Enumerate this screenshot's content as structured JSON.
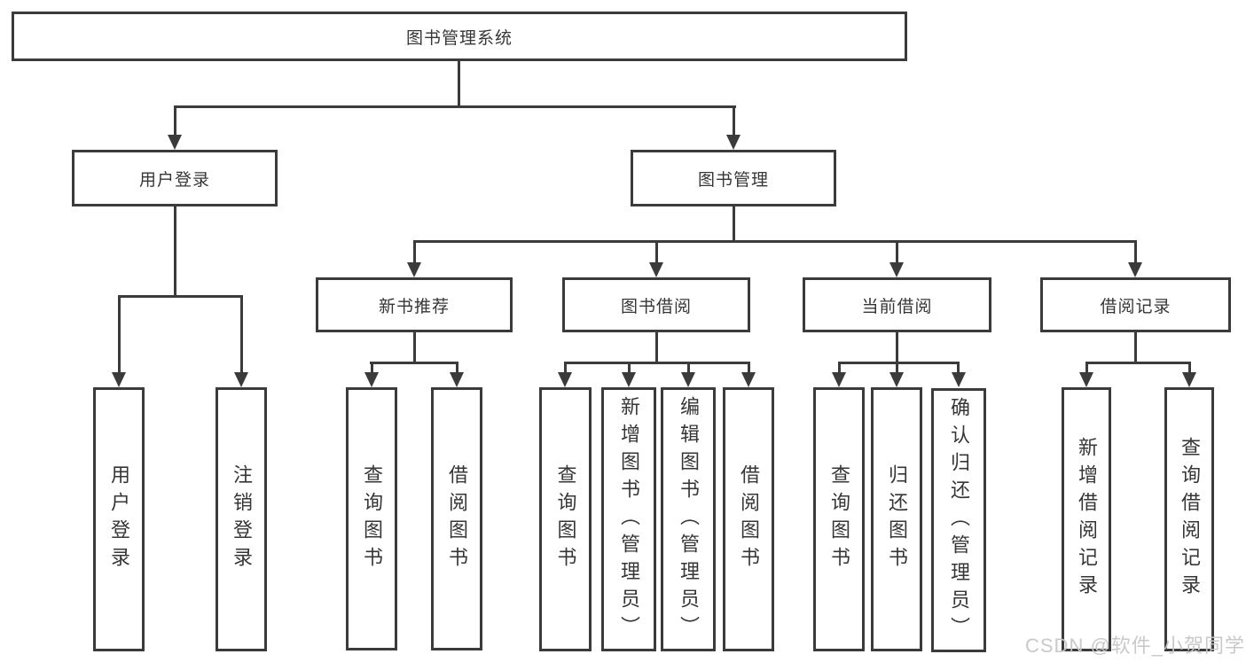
{
  "tree": {
    "root": {
      "label": "图书管理系统",
      "children": [
        {
          "label": "用户登录",
          "children": [
            {
              "label": "用户登录"
            },
            {
              "label": "注销登录"
            }
          ]
        },
        {
          "label": "图书管理",
          "children": [
            {
              "label": "新书推荐",
              "children": [
                {
                  "label": "查询图书"
                },
                {
                  "label": "借阅图书"
                }
              ]
            },
            {
              "label": "图书借阅",
              "children": [
                {
                  "label": "查询图书"
                },
                {
                  "label": "新增图书（管理员）"
                },
                {
                  "label": "编辑图书（管理员）"
                },
                {
                  "label": "借阅图书"
                }
              ]
            },
            {
              "label": "当前借阅",
              "children": [
                {
                  "label": "查询图书"
                },
                {
                  "label": "归还图书"
                },
                {
                  "label": "确认归还（管理员）"
                }
              ]
            },
            {
              "label": "借阅记录",
              "children": [
                {
                  "label": "新增借阅记录"
                },
                {
                  "label": "查询借阅记录"
                }
              ]
            }
          ]
        }
      ]
    }
  },
  "watermark": {
    "text": "CSDN @软件_小贺同学",
    "color": "#c6c6c6"
  },
  "colors": {
    "line": "#3b3b3b",
    "text": "#363636",
    "background": "#ffffff"
  }
}
